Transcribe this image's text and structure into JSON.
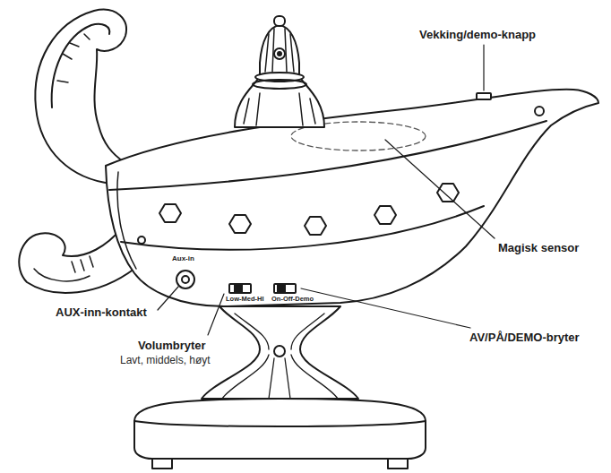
{
  "diagram": {
    "labels": [
      "Vekking/demo-knapp",
      "Magisk sensor",
      "Aux-in",
      "Low-Med-HI",
      "On-Off-Demo",
      "AUX-inn-kontakt",
      "Volumbryter",
      "Lavt, middels, høyt",
      "AV/PÅ/DEMO-bryter"
    ]
  }
}
